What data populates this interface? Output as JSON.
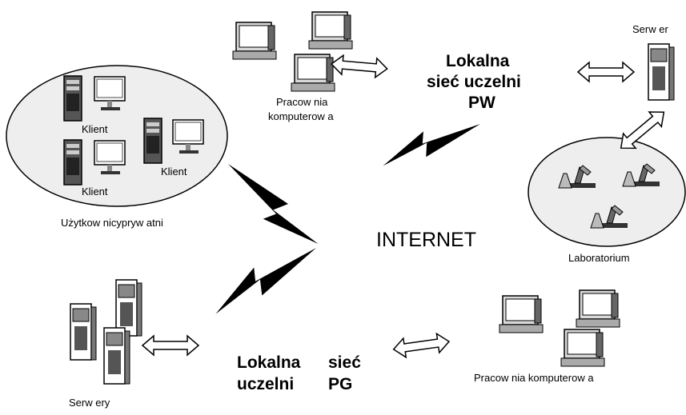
{
  "internet_label": "INTERNET",
  "pw_network": {
    "line1": "Lokalna",
    "line2": "sieć uczelni",
    "line3": "PW"
  },
  "pg_network": {
    "line1": "Lokalna",
    "line1b": "sieć",
    "line2": "uczelni",
    "line2b": "PG"
  },
  "private_users": {
    "client_1": "Klient",
    "client_2": "Klient",
    "client_3": "Klient",
    "caption": "Użytkow nicypryw atni"
  },
  "lab_pw": {
    "caption": "Pracow nia",
    "caption2": "komputerow a"
  },
  "server_pw": {
    "caption": "Serw er"
  },
  "laboratory": {
    "caption": "Laboratorium"
  },
  "servers_pg": {
    "caption": "Serw ery"
  },
  "lab_pg": {
    "caption": "Pracow nia komputerow a"
  }
}
